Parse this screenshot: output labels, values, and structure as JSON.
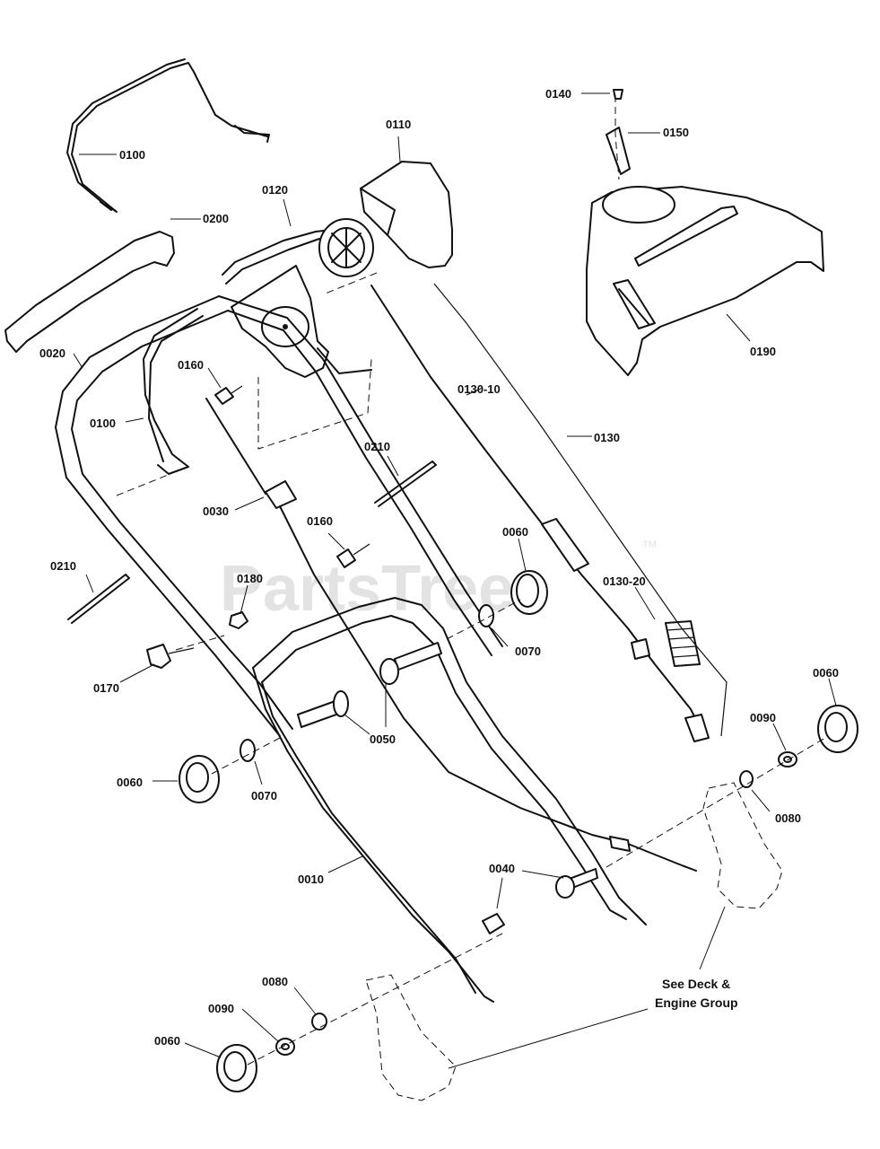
{
  "watermark": {
    "text": "PartsTree",
    "tm": "TM"
  },
  "parts": [
    {
      "id": "p0100a",
      "label": "0100"
    },
    {
      "id": "p0200",
      "label": "0200"
    },
    {
      "id": "p0120",
      "label": "0120"
    },
    {
      "id": "p0110",
      "label": "0110"
    },
    {
      "id": "p0140",
      "label": "0140"
    },
    {
      "id": "p0150",
      "label": "0150"
    },
    {
      "id": "p0190",
      "label": "0190"
    },
    {
      "id": "p0020",
      "label": "0020"
    },
    {
      "id": "p0160a",
      "label": "0160"
    },
    {
      "id": "p0100b",
      "label": "0100"
    },
    {
      "id": "p0130_10",
      "label": "0130-10"
    },
    {
      "id": "p0130",
      "label": "0130"
    },
    {
      "id": "p0210a",
      "label": "0210"
    },
    {
      "id": "p0030",
      "label": "0030"
    },
    {
      "id": "p0160b",
      "label": "0160"
    },
    {
      "id": "p0060a",
      "label": "0060"
    },
    {
      "id": "p0210b",
      "label": "0210"
    },
    {
      "id": "p0180",
      "label": "0180"
    },
    {
      "id": "p0130_20",
      "label": "0130-20"
    },
    {
      "id": "p0070a",
      "label": "0070"
    },
    {
      "id": "p0170",
      "label": "0170"
    },
    {
      "id": "p0060b",
      "label": "0060"
    },
    {
      "id": "p0090a",
      "label": "0090"
    },
    {
      "id": "p0050",
      "label": "0050"
    },
    {
      "id": "p0060c",
      "label": "0060"
    },
    {
      "id": "p0070b",
      "label": "0070"
    },
    {
      "id": "p0080a",
      "label": "0080"
    },
    {
      "id": "p0010",
      "label": "0010"
    },
    {
      "id": "p0040",
      "label": "0040"
    },
    {
      "id": "p0080b",
      "label": "0080"
    },
    {
      "id": "p0090b",
      "label": "0090"
    },
    {
      "id": "p0060d",
      "label": "0060"
    }
  ],
  "reference_note": {
    "line1": "See Deck &",
    "line2": "Engine Group"
  }
}
